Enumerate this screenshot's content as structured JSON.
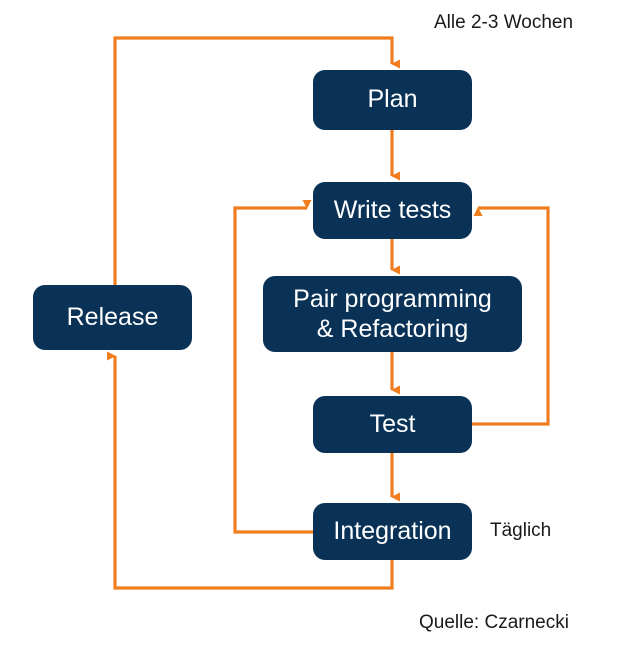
{
  "diagram": {
    "title_text": "Alle 2-3 Wochen",
    "colors": {
      "node_fill": "#0a3257",
      "node_text": "#ffffff",
      "connector": "#f07d1e",
      "background": "#ffffff",
      "caption_text": "#1a1a1a"
    },
    "nodes": [
      {
        "id": "plan",
        "label": "Plan"
      },
      {
        "id": "write_tests",
        "label": "Write tests"
      },
      {
        "id": "pair",
        "label_line1": "Pair programming",
        "label_line2": "& Refactoring"
      },
      {
        "id": "test",
        "label": "Test"
      },
      {
        "id": "integration",
        "label": "Integration"
      },
      {
        "id": "release",
        "label": "Release"
      }
    ],
    "captions": {
      "cadence": "Alle 2-3 Wochen",
      "daily": "Täglich",
      "source": "Quelle: Czarnecki"
    },
    "edges": [
      {
        "from": "release",
        "to": "plan",
        "style": "orthogonal",
        "arrow": true
      },
      {
        "from": "plan",
        "to": "write_tests",
        "style": "straight",
        "arrow": true
      },
      {
        "from": "write_tests",
        "to": "pair",
        "style": "straight",
        "arrow": true
      },
      {
        "from": "pair",
        "to": "test",
        "style": "straight",
        "arrow": true
      },
      {
        "from": "test",
        "to": "integration",
        "style": "straight",
        "arrow": true
      },
      {
        "from": "test",
        "to": "write_tests",
        "style": "orthogonal",
        "arrow": true
      },
      {
        "from": "integration",
        "to": "write_tests",
        "style": "orthogonal",
        "arrow": true
      },
      {
        "from": "integration",
        "to": "release",
        "style": "orthogonal",
        "arrow": true
      }
    ]
  }
}
